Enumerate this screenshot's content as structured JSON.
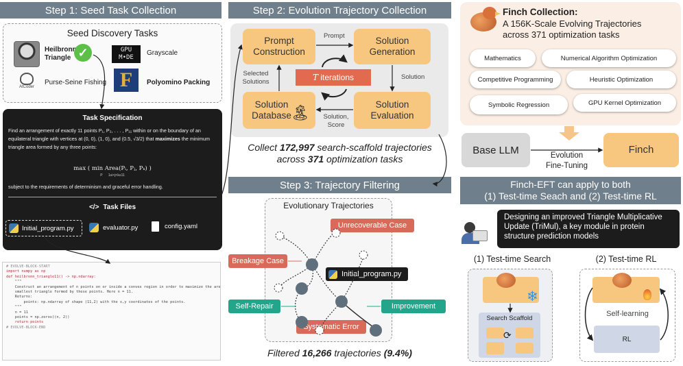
{
  "step1": {
    "header": "Step 1: Seed Task Collection",
    "seed_title": "Seed Discovery Tasks",
    "tasks": [
      "Heilbronn Triangle",
      "Grayscale",
      "Purse-Seine Fishing",
      "Polyomino Packing"
    ],
    "logos": {
      "gpu_top": "GPU",
      "gpu_bottom": "M•DE",
      "atcoder": "AtCoder",
      "f_logo": "F"
    },
    "spec_title": "Task Specification",
    "spec_line1": "Find an arrangement of exactly 11 points P₁, P₂, . . . , P₁₁ within or on the boundary of an",
    "spec_line2a": "equilateral triangle with vertices at (0, 0), (1, 0), and (0.5, √3/2) that ",
    "spec_line2b": "maximizes",
    "spec_line2c": " the minimum",
    "spec_line3": "triangle area formed by any three points:",
    "spec_formula": "max ( min Area(Pᵢ, Pⱼ, Pₖ) )",
    "spec_formula_sub": "P      1≤i<j<k≤11",
    "spec_line4": "subject to the requirements of determinism and graceful error handling.",
    "files_title": "Task Files",
    "files_icon": "</>",
    "files": [
      "Initial_program.py",
      "evaluator.py",
      "config.yaml"
    ],
    "code": [
      "# EVOLVE-BLOCK-START",
      "import numpy as np",
      "",
      "",
      "def heilbronn_triangle11() -> np.ndarray:",
      "    \"\"\"",
      "    Construct an arrangement of n points on or inside a convex region in order to maximize the area of the",
      "    smallest triangle formed by these points. Here n = 11.",
      "",
      "    Returns:",
      "        points: np.ndarray of shape (11,2) with the x,y coordinates of the points.",
      "    \"\"\"",
      "    n = 11",
      "    points = np.zeros((n, 2))",
      "    return points",
      "",
      "",
      "# EVOLVE-BLOCK-END"
    ]
  },
  "step2": {
    "header": "Step 2: Evolution Trajectory Collection",
    "prompt_construction": "Prompt Construction",
    "solution_generation": "Solution Generation",
    "solution_database": "Solution Database",
    "solution_evaluation": "Solution Evaluation",
    "edge_prompt": "Prompt",
    "edge_solution": "Solution",
    "edge_score": "Solution, Score",
    "edge_selected": "Selected Solutions",
    "iterations_T": "T",
    "iterations": " iterations",
    "caption_a": "Collect ",
    "caption_b": "172,997",
    "caption_c": " search-scaffold trajectories",
    "caption_d": "across ",
    "caption_e": "371",
    "caption_f": " optimization tasks"
  },
  "step3": {
    "header": "Step 3: Trajectory Filtering",
    "box_title": "Evolutionary Trajectories",
    "unrecoverable": "Unrecoverable Case",
    "breakage": "Breakage Case",
    "initial": "Initial_program.py",
    "self_repair": "Self-Repair",
    "improvement": "Improvement",
    "systematic": "Systematic Error",
    "caption_a": "Filtered ",
    "caption_b": "16,266",
    "caption_c": " trajectories ",
    "caption_d": "(9.4%)"
  },
  "finch": {
    "title": "Finch Collection:",
    "subtitle1": "A 156K-Scale Evolving Trajectories",
    "subtitle2": "across 371 optimization tasks",
    "pills": [
      "Mathematics",
      "Numerical Algorithm Optimization",
      "Competitive Programming",
      "Heuristic Optimization",
      "Symbolic Regression",
      "GPU Kernel Optimization"
    ],
    "base_llm": "Base LLM",
    "finch": "Finch",
    "evolution": "Evolution",
    "finetuning": "Fine-Tuning"
  },
  "eft": {
    "header1": "Finch-EFT can apply to both",
    "header2": "(1) Test-time Seach and (2) Test-time RL",
    "speech": "Designing an improved Triangle Multiplicative Update (TriMul), a key module in protein structure prediction models",
    "search_title": "(1) Test-time Search",
    "rl_title": "(2) Test-time RL",
    "search_scaffold": "Search Scaffold",
    "self_learning": "Self-learning",
    "rl": "RL"
  },
  "colors": {
    "header": "#6f7f8b",
    "orange": "#f7c77f",
    "dark": "#1c1c1c",
    "red_tag": "#d86a5a",
    "green_tag": "#22a58a",
    "node": "#5f6f7c",
    "finch_bg": "#fbeee4",
    "gray_box": "#d8d8d8"
  }
}
